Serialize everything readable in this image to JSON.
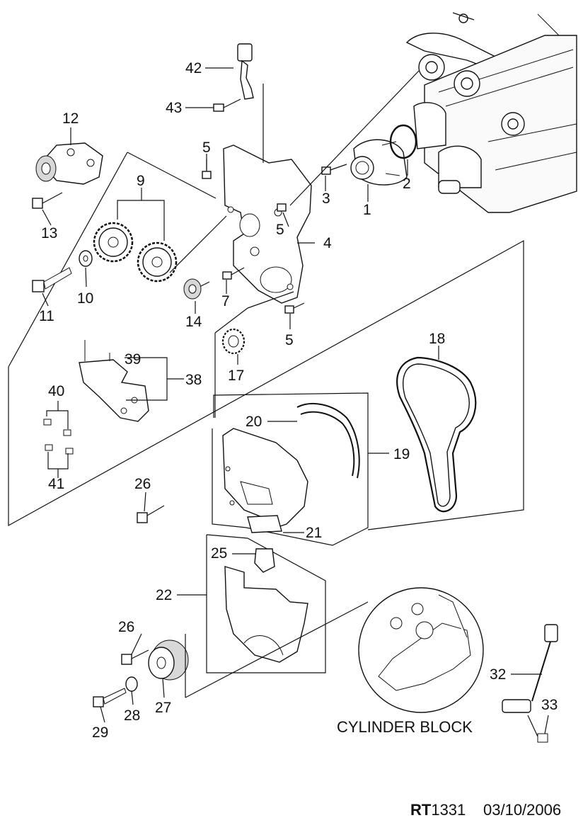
{
  "diagram": {
    "block_label": "CYLINDER BLOCK",
    "ref_prefix": "RT",
    "ref_number": "1331",
    "ref_date": "03/10/2006"
  },
  "callouts": [
    {
      "id": "c1",
      "label": "1"
    },
    {
      "id": "c2",
      "label": "2"
    },
    {
      "id": "c3",
      "label": "3"
    },
    {
      "id": "c4",
      "label": "4"
    },
    {
      "id": "c5a",
      "label": "5"
    },
    {
      "id": "c5b",
      "label": "5"
    },
    {
      "id": "c5c",
      "label": "5"
    },
    {
      "id": "c7",
      "label": "7"
    },
    {
      "id": "c9",
      "label": "9"
    },
    {
      "id": "c10",
      "label": "10"
    },
    {
      "id": "c11",
      "label": "11"
    },
    {
      "id": "c12",
      "label": "12"
    },
    {
      "id": "c13",
      "label": "13"
    },
    {
      "id": "c14",
      "label": "14"
    },
    {
      "id": "c17",
      "label": "17"
    },
    {
      "id": "c18",
      "label": "18"
    },
    {
      "id": "c19",
      "label": "19"
    },
    {
      "id": "c20",
      "label": "20"
    },
    {
      "id": "c21",
      "label": "21"
    },
    {
      "id": "c22",
      "label": "22"
    },
    {
      "id": "c25",
      "label": "25"
    },
    {
      "id": "c26a",
      "label": "26"
    },
    {
      "id": "c26b",
      "label": "26"
    },
    {
      "id": "c27",
      "label": "27"
    },
    {
      "id": "c28",
      "label": "28"
    },
    {
      "id": "c29",
      "label": "29"
    },
    {
      "id": "c32",
      "label": "32"
    },
    {
      "id": "c33",
      "label": "33"
    },
    {
      "id": "c38",
      "label": "38"
    },
    {
      "id": "c39",
      "label": "39"
    },
    {
      "id": "c40",
      "label": "40"
    },
    {
      "id": "c41",
      "label": "41"
    },
    {
      "id": "c42",
      "label": "42"
    },
    {
      "id": "c43",
      "label": "43"
    }
  ]
}
